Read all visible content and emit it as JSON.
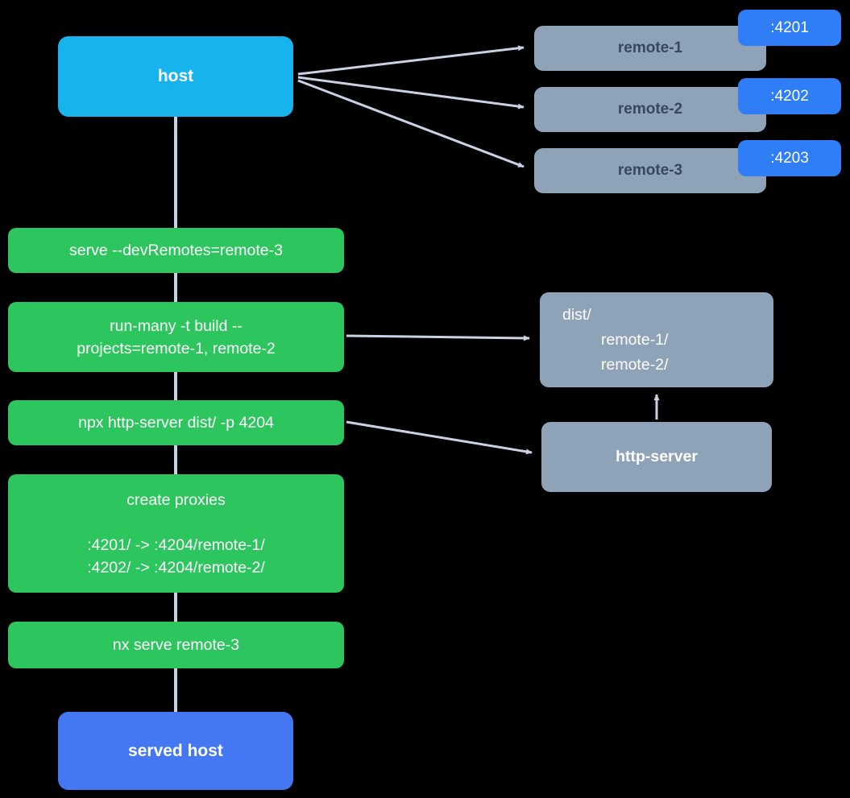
{
  "colors": {
    "background": "#000000",
    "host_fill": "#16b3ec",
    "served_host_fill": "#4478f2",
    "remote_fill": "#8fa3b8",
    "step_fill": "#2dc55e",
    "port_badge_fill": "#2f7ef7",
    "arrow": "#c9d1e4"
  },
  "nodes": {
    "host": {
      "label": "host"
    },
    "served_host": {
      "label": "served host"
    },
    "remotes": [
      {
        "label": "remote-1",
        "port": ":4201"
      },
      {
        "label": "remote-2",
        "port": ":4202"
      },
      {
        "label": "remote-3",
        "port": ":4203"
      }
    ],
    "steps": [
      {
        "lines": [
          "serve --devRemotes=remote-3"
        ]
      },
      {
        "lines": [
          "run-many -t build --",
          "projects=remote-1, remote-2"
        ]
      },
      {
        "lines": [
          "npx http-server dist/ -p 4204"
        ]
      },
      {
        "lines": [
          "create proxies",
          "",
          ":4201/ -> :4204/remote-1/",
          ":4202/ -> :4204/remote-2/"
        ]
      },
      {
        "lines": [
          "nx serve remote-3"
        ]
      }
    ],
    "dist": {
      "lines": [
        "dist/",
        "remote-1/",
        "remote-2/"
      ]
    },
    "http_server": {
      "label": "http-server"
    }
  }
}
